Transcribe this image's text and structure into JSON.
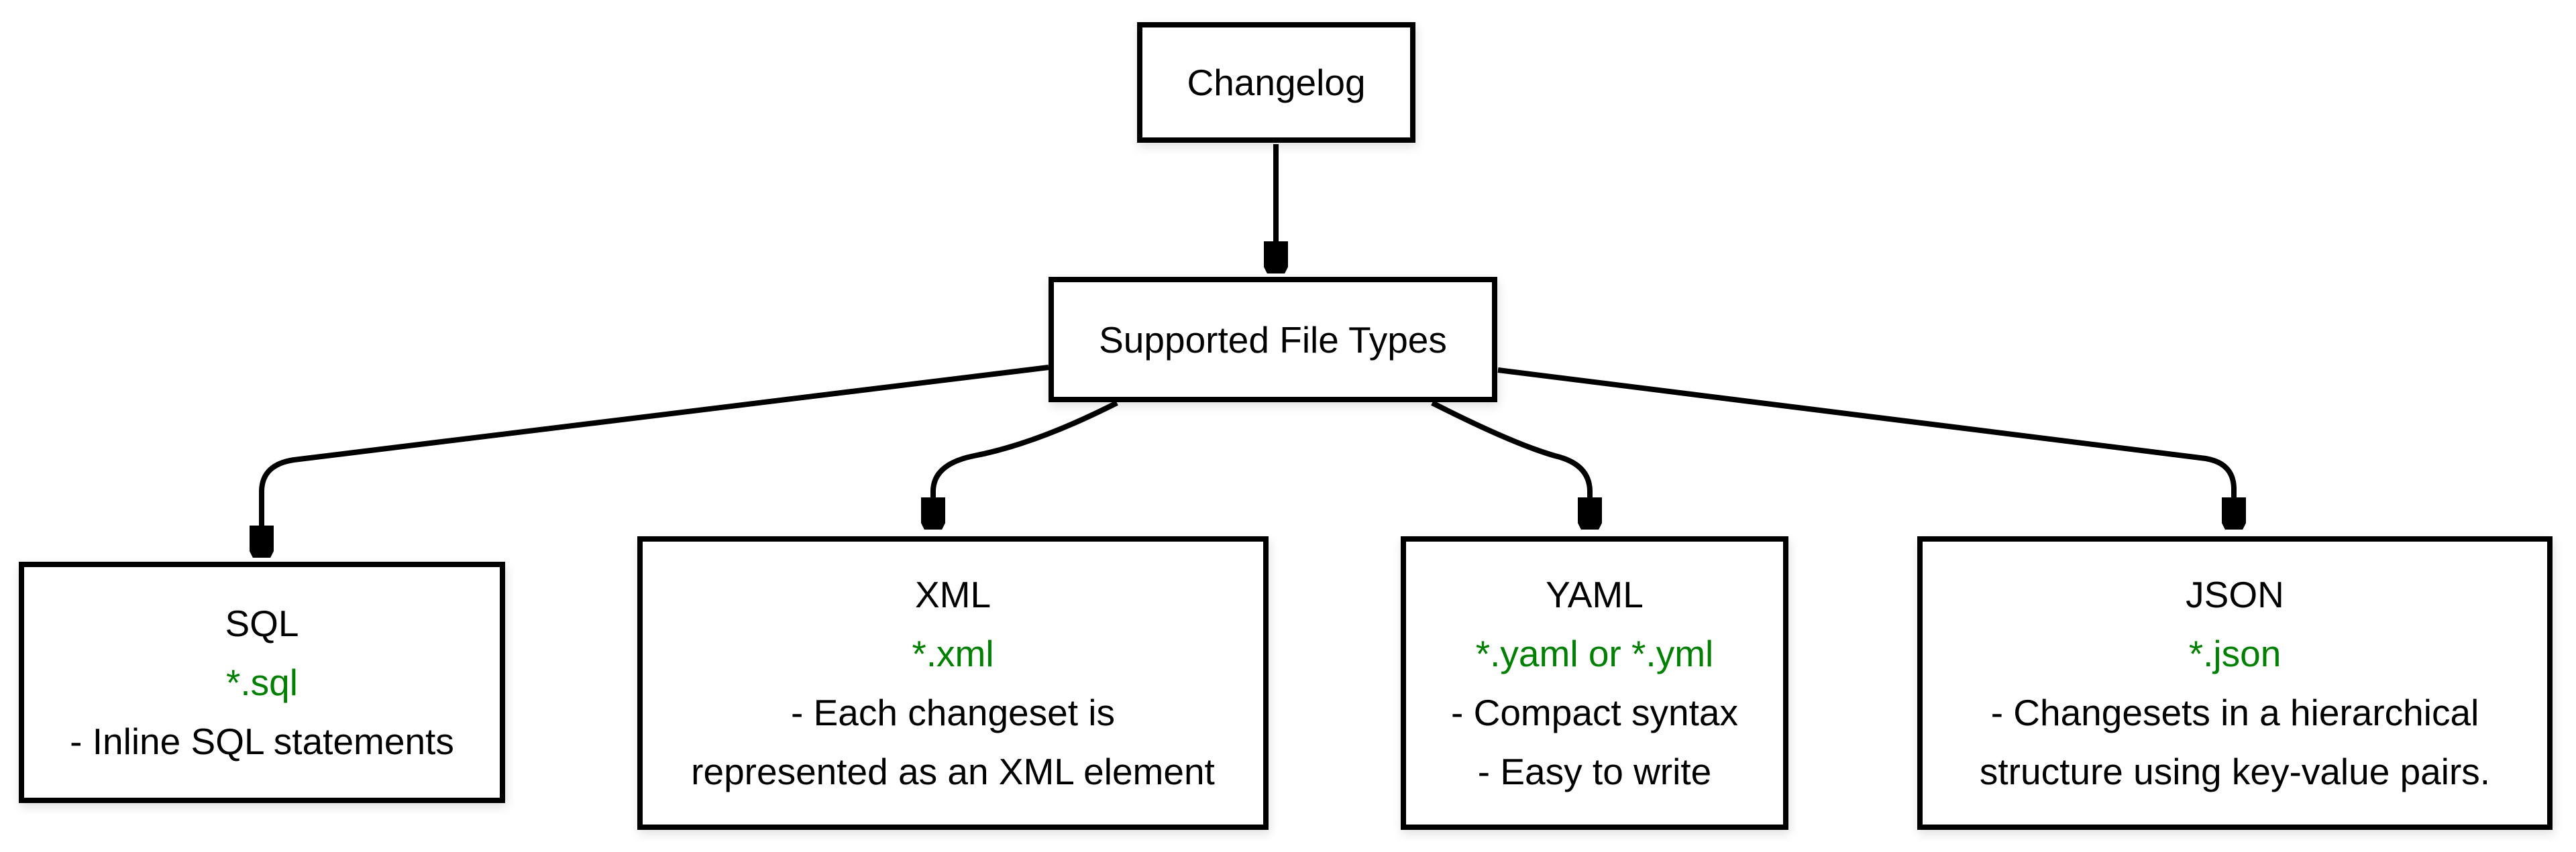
{
  "diagram": {
    "root": {
      "label": "Changelog"
    },
    "hub": {
      "label": "Supported File Types"
    },
    "colors": {
      "extension_text": "#008000",
      "line_and_border": "#000000",
      "background": "#ffffff"
    },
    "nodes": [
      {
        "title": "SQL",
        "extension": "*.sql",
        "desc": [
          "- Inline SQL statements"
        ]
      },
      {
        "title": "XML",
        "extension": "*.xml",
        "desc": [
          "- Each changeset is",
          "represented as an XML element"
        ]
      },
      {
        "title": "YAML",
        "extension": "*.yaml or *.yml",
        "desc": [
          "- Compact syntax",
          "- Easy to write"
        ]
      },
      {
        "title": "JSON",
        "extension": "*.json",
        "desc": [
          "- Changesets in a hierarchical",
          "structure using key-value pairs."
        ]
      }
    ]
  }
}
